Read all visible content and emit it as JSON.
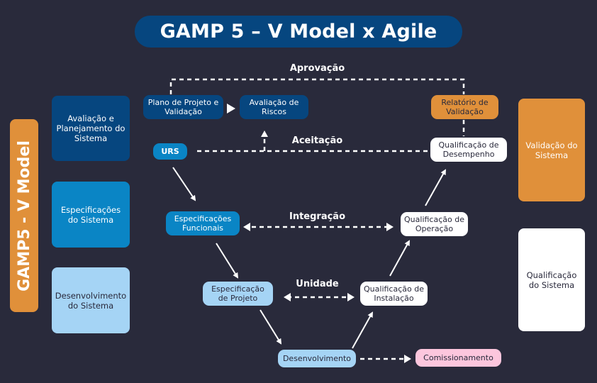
{
  "title": "GAMP 5 – V Model x Agile",
  "side_label": "GAMP5 - V Model",
  "left_phases": [
    {
      "label": "Avaliação e Planejamento do Sistema",
      "color": "#06467f",
      "text_color": "#ffffff"
    },
    {
      "label": "Especificações do Sistema",
      "color": "#0a85c5",
      "text_color": "#ffffff"
    },
    {
      "label": "Desenvolvimento do Sistema",
      "color": "#a5d4f5",
      "text_color": "#29293b"
    }
  ],
  "right_phases": [
    {
      "label": "Validação do Sistema",
      "color": "#e0903a",
      "text_color": "#ffffff"
    },
    {
      "label": "Qualificação do Sistema",
      "color": "#ffffff",
      "text_color": "#29293b"
    }
  ],
  "nodes": {
    "plano": "Plano de Projeto e Validação",
    "avaliacao_riscos": "Avaliação de Riscos",
    "relatorio": "Relatório de Validação",
    "urs": "URS",
    "qual_desempenho": "Qualificação de Desempenho",
    "espec_funcionais": "Especificações Funcionais",
    "qual_operacao": "Qualificação de Operação",
    "espec_projeto": "Especificação de Projeto",
    "qual_instalacao": "Qualificação de Instalação",
    "desenvolvimento": "Desenvolvimento",
    "comissionamento": "Comissionamento"
  },
  "link_labels": {
    "aprovacao": "Aprovação",
    "aceitacao": "Aceitação",
    "integracao": "Integração",
    "unidade": "Unidade"
  },
  "colors": {
    "background": "#292a3b",
    "dark_blue": "#06467f",
    "mid_blue": "#0a85c5",
    "light_blue": "#a5d4f5",
    "orange": "#e0903a",
    "pink": "#fcc6dd",
    "white": "#ffffff"
  }
}
